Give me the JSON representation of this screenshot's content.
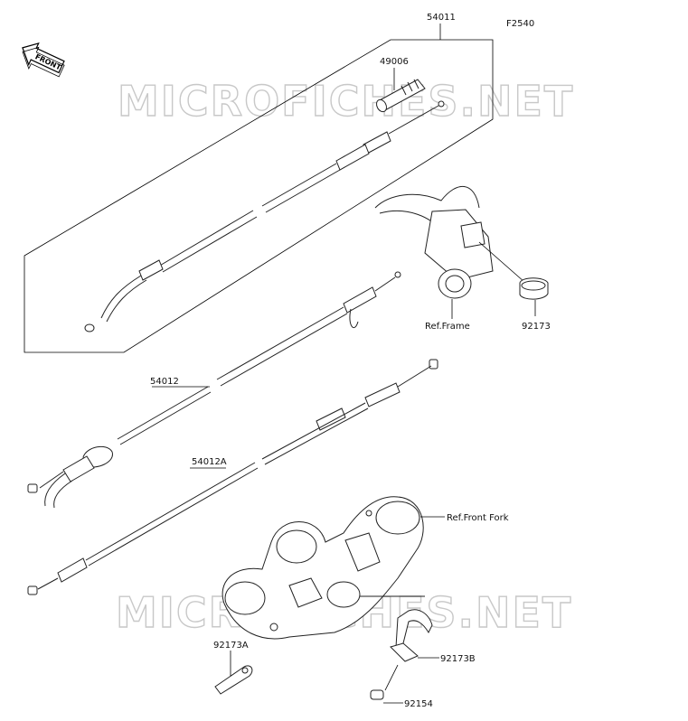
{
  "figure_code": "F2540",
  "front_label": "FRONT",
  "watermark": "MICROFICHES.NET",
  "parts": {
    "p54011": "54011",
    "p49006": "49006",
    "p92173": "92173",
    "p54012": "54012",
    "p54012A": "54012A",
    "p92173A": "92173A",
    "p92173B": "92173B",
    "p92154": "92154"
  },
  "refs": {
    "frame": "Ref.Frame",
    "front_fork": "Ref.Front Fork"
  }
}
